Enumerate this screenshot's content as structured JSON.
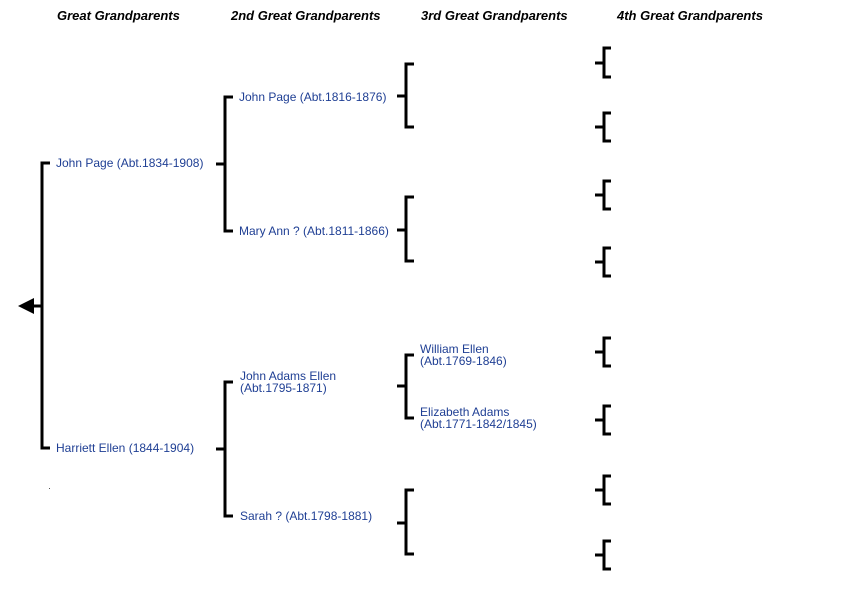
{
  "headers": {
    "gen1": "Great Grandparents",
    "gen2": "2nd Great Grandparents",
    "gen3": "3rd Great Grandparents",
    "gen4": "4th Great Grandparents"
  },
  "people": {
    "john_page_1834": "John Page (Abt.1834-1908)",
    "harriett_ellen": "Harriett Ellen (1844-1904)",
    "john_page_1816": "John Page (Abt.1816-1876)",
    "mary_ann": "Mary Ann ? (Abt.1811-1866)",
    "john_adams_ellen": {
      "line1": "John Adams Ellen",
      "line2": "(Abt.1795-1871)"
    },
    "sarah": "Sarah ? (Abt.1798-1881)",
    "william_ellen": {
      "line1": "William Ellen",
      "line2": "(Abt.1769-1846)"
    },
    "elizabeth_adams": {
      "line1": "Elizabeth Adams",
      "line2": "(Abt.1771-1842/1845)"
    }
  },
  "colors": {
    "link": "#1f3f94",
    "line": "#000000"
  }
}
